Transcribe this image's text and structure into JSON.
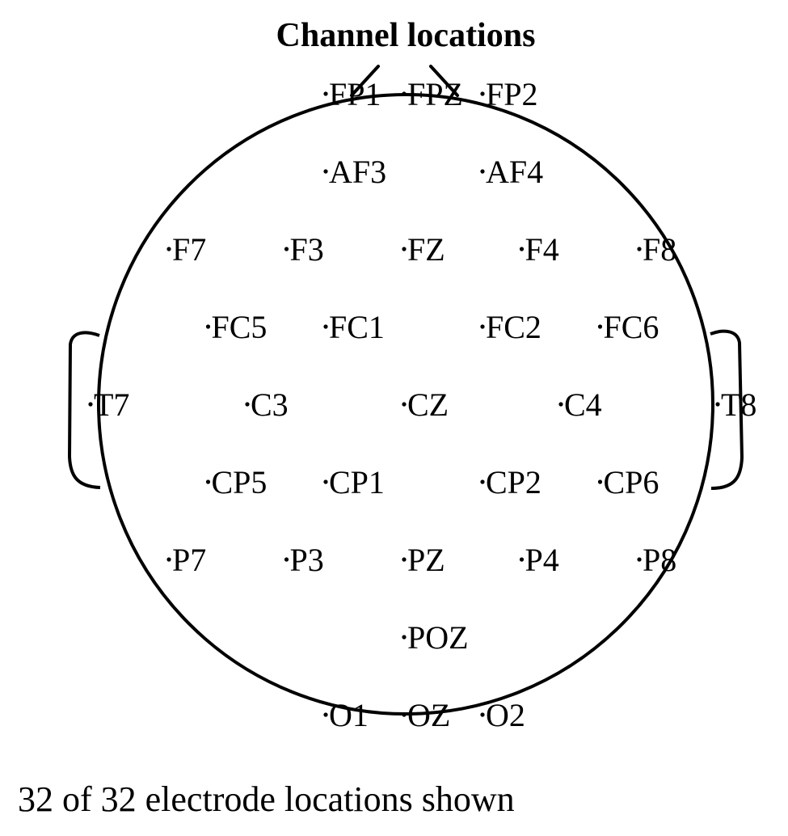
{
  "title": "Channel locations",
  "caption": "32 of 32 electrode locations shown",
  "electrodes": [
    {
      "name": "FP1",
      "col": -1,
      "row": -4
    },
    {
      "name": "FPZ",
      "col": 0,
      "row": -4
    },
    {
      "name": "FP2",
      "col": 1,
      "row": -4
    },
    {
      "name": "AF3",
      "col": -1,
      "row": -3
    },
    {
      "name": "AF4",
      "col": 1,
      "row": -3
    },
    {
      "name": "F7",
      "col": -3,
      "row": -2
    },
    {
      "name": "F3",
      "col": -1.5,
      "row": -2
    },
    {
      "name": "FZ",
      "col": 0,
      "row": -2
    },
    {
      "name": "F4",
      "col": 1.5,
      "row": -2
    },
    {
      "name": "F8",
      "col": 3,
      "row": -2
    },
    {
      "name": "FC5",
      "col": -2.5,
      "row": -1
    },
    {
      "name": "FC1",
      "col": -1,
      "row": -1
    },
    {
      "name": "FC2",
      "col": 1,
      "row": -1
    },
    {
      "name": "FC6",
      "col": 2.5,
      "row": -1
    },
    {
      "name": "T7",
      "col": -4,
      "row": 0
    },
    {
      "name": "C3",
      "col": -2,
      "row": 0
    },
    {
      "name": "CZ",
      "col": 0,
      "row": 0
    },
    {
      "name": "C4",
      "col": 2,
      "row": 0
    },
    {
      "name": "T8",
      "col": 4,
      "row": 0
    },
    {
      "name": "CP5",
      "col": -2.5,
      "row": 1
    },
    {
      "name": "CP1",
      "col": -1,
      "row": 1
    },
    {
      "name": "CP2",
      "col": 1,
      "row": 1
    },
    {
      "name": "CP6",
      "col": 2.5,
      "row": 1
    },
    {
      "name": "P7",
      "col": -3,
      "row": 2
    },
    {
      "name": "P3",
      "col": -1.5,
      "row": 2
    },
    {
      "name": "PZ",
      "col": 0,
      "row": 2
    },
    {
      "name": "P4",
      "col": 1.5,
      "row": 2
    },
    {
      "name": "P8",
      "col": 3,
      "row": 2
    },
    {
      "name": "POZ",
      "col": 0,
      "row": 3
    },
    {
      "name": "O1",
      "col": -1,
      "row": 4
    },
    {
      "name": "OZ",
      "col": 0,
      "row": 4
    },
    {
      "name": "O2",
      "col": 1,
      "row": 4
    }
  ]
}
